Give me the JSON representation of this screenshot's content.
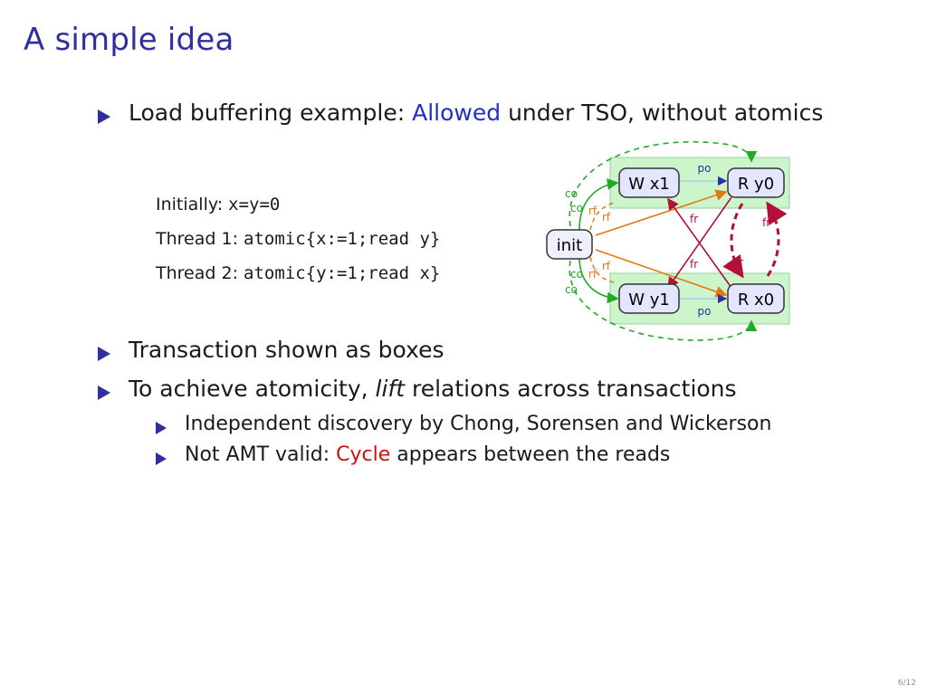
{
  "slide": {
    "title": "A simple idea",
    "page_number": "6/12"
  },
  "bullets": {
    "b1": {
      "pre": "Load buffering example:",
      "highlight": "Allowed",
      "post": "under TSO, without atomics"
    },
    "b2": "Transaction shown as boxes",
    "b3": {
      "pre": "To achieve atomicity,",
      "emph": "lift",
      "post": "relations across transactions"
    },
    "sub1": "Independent discovery by Chong, Sorensen and Wickerson",
    "sub2": {
      "pre": "Not AMT valid:",
      "highlight": "Cycle",
      "post": "appears between the reads"
    }
  },
  "code": {
    "line1_label": "Initially:",
    "line1_code": "x=y=0",
    "line2_label": "Thread 1:",
    "line2_code": "atomic{x:=1;read y}",
    "line3_label": "Thread 2:",
    "line3_code": "atomic{y:=1;read x}"
  },
  "diagram": {
    "nodes": {
      "init": "init",
      "wx1": "W x1",
      "ry0": "R y0",
      "wy1": "W y1",
      "rx0": "R x0"
    },
    "edge_labels": {
      "po": "po",
      "rf": "rf",
      "co": "co",
      "fr": "fr"
    },
    "colors": {
      "co": "#22aa22",
      "rf": "#e07a10",
      "fr": "#b0103a",
      "po": "#2f2f9f",
      "txn_box": "#ccf5cc"
    }
  }
}
